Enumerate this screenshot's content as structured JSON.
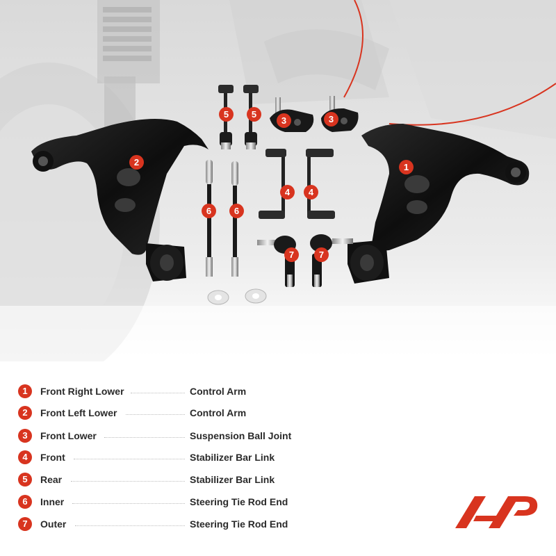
{
  "badges": {
    "one": "1",
    "two": "2",
    "three": "3",
    "four": "4",
    "five": "5",
    "six": "6",
    "seven": "7"
  },
  "legend": [
    {
      "num": "1",
      "left": "Front Right Lower",
      "right": "Control Arm"
    },
    {
      "num": "2",
      "left": "Front Left Lower",
      "right": "Control Arm"
    },
    {
      "num": "3",
      "left": "Front Lower",
      "right": "Suspension Ball Joint"
    },
    {
      "num": "4",
      "left": "Front",
      "right": "Stabilizer Bar Link"
    },
    {
      "num": "5",
      "left": "Rear",
      "right": "Stabilizer Bar Link"
    },
    {
      "num": "6",
      "left": "Inner",
      "right": "Steering Tie Rod End"
    },
    {
      "num": "7",
      "left": "Outer",
      "right": "Steering Tie Rod End"
    }
  ],
  "colors": {
    "badge": "#d8341f",
    "part_black": "#151515",
    "background_photo": "#e6e6e6",
    "text": "#2a2a2a"
  }
}
